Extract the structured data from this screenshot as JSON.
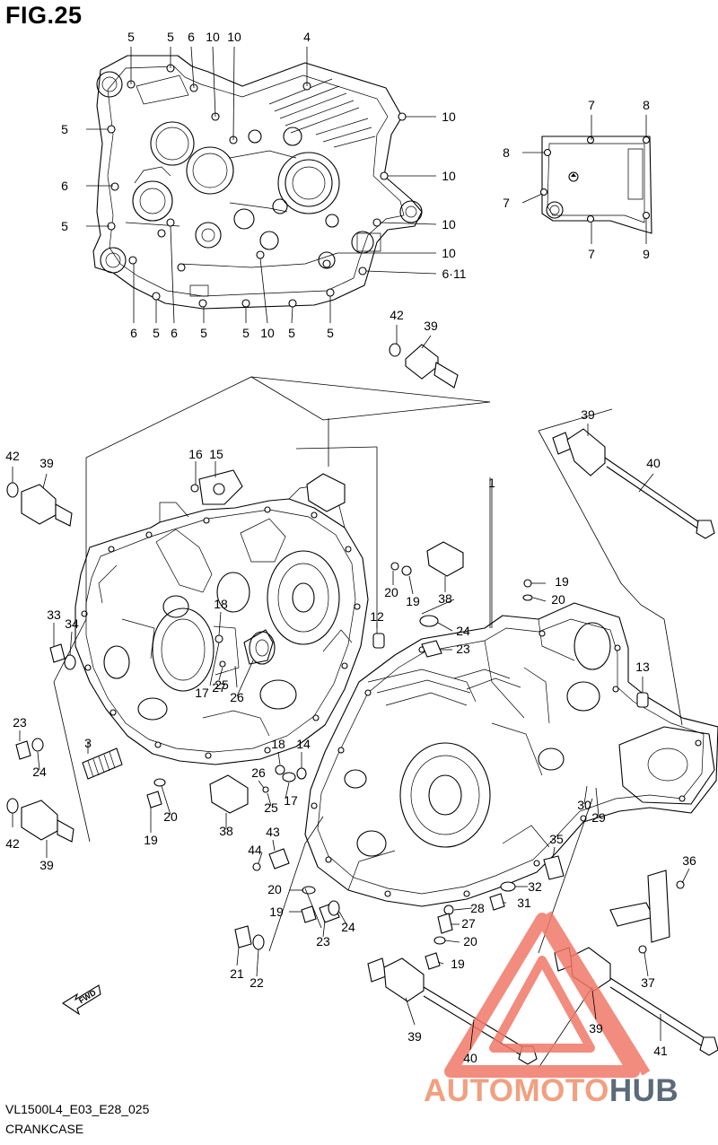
{
  "figure": {
    "title": "FIG.25"
  },
  "footer": {
    "code": "VL1500L4_E03_E28_025",
    "name": "CRANKCASE"
  },
  "watermark": {
    "part1": "AUTOMOTO",
    "part2": "HUB",
    "colors": {
      "logo": "#f07868",
      "text": "#f1a080",
      "hub": "#5b6a78"
    }
  },
  "fwd_label": "FWD",
  "bolt_map": {
    "top": [
      "5",
      "5",
      "6",
      "10",
      "10",
      "4",
      "10",
      "5",
      "6",
      "10",
      "5",
      "10",
      "10",
      "6·11"
    ],
    "bottom": [
      "6",
      "5",
      "6",
      "5",
      "5",
      "10",
      "5",
      "5"
    ]
  },
  "cover_bolt_map": [
    "7",
    "8",
    "8",
    "7",
    "7",
    "7",
    "9"
  ],
  "callouts": [
    {
      "id": "42a",
      "num": "42"
    },
    {
      "id": "39a",
      "num": "39"
    },
    {
      "id": "39b",
      "num": "39"
    },
    {
      "id": "40a",
      "num": "40"
    },
    {
      "id": "42b",
      "num": "42"
    },
    {
      "id": "39c",
      "num": "39"
    },
    {
      "id": "16",
      "num": "16"
    },
    {
      "id": "15",
      "num": "15"
    },
    {
      "id": "1",
      "num": "1"
    },
    {
      "id": "19a",
      "num": "19"
    },
    {
      "id": "20a",
      "num": "20"
    },
    {
      "id": "20b",
      "num": "20"
    },
    {
      "id": "19b",
      "num": "19"
    },
    {
      "id": "38a",
      "num": "38"
    },
    {
      "id": "12",
      "num": "12"
    },
    {
      "id": "24a",
      "num": "24"
    },
    {
      "id": "23a",
      "num": "23"
    },
    {
      "id": "13",
      "num": "13"
    },
    {
      "id": "33",
      "num": "33"
    },
    {
      "id": "34",
      "num": "34"
    },
    {
      "id": "18a",
      "num": "18"
    },
    {
      "id": "17a",
      "num": "17"
    },
    {
      "id": "27",
      "num": "27"
    },
    {
      "id": "25a",
      "num": "25"
    },
    {
      "id": "26a",
      "num": "26"
    },
    {
      "id": "23b",
      "num": "23"
    },
    {
      "id": "24b",
      "num": "24"
    },
    {
      "id": "3",
      "num": "3"
    },
    {
      "id": "18b",
      "num": "18"
    },
    {
      "id": "14",
      "num": "14"
    },
    {
      "id": "26b",
      "num": "26"
    },
    {
      "id": "17b",
      "num": "17"
    },
    {
      "id": "25b",
      "num": "25"
    },
    {
      "id": "20c",
      "num": "20"
    },
    {
      "id": "19c",
      "num": "19"
    },
    {
      "id": "38b",
      "num": "38"
    },
    {
      "id": "42c",
      "num": "42"
    },
    {
      "id": "39d",
      "num": "39"
    },
    {
      "id": "30",
      "num": "30"
    },
    {
      "id": "29",
      "num": "29"
    },
    {
      "id": "44",
      "num": "44"
    },
    {
      "id": "43",
      "num": "43"
    },
    {
      "id": "35",
      "num": "35"
    },
    {
      "id": "20d",
      "num": "20"
    },
    {
      "id": "19d",
      "num": "19"
    },
    {
      "id": "23c",
      "num": "23"
    },
    {
      "id": "24c",
      "num": "24"
    },
    {
      "id": "32",
      "num": "32"
    },
    {
      "id": "28",
      "num": "28"
    },
    {
      "id": "31",
      "num": "31"
    },
    {
      "id": "27b",
      "num": "27"
    },
    {
      "id": "20e",
      "num": "20"
    },
    {
      "id": "19e",
      "num": "19"
    },
    {
      "id": "21",
      "num": "21"
    },
    {
      "id": "22",
      "num": "22"
    },
    {
      "id": "36",
      "num": "36"
    },
    {
      "id": "37",
      "num": "37"
    },
    {
      "id": "39e",
      "num": "39"
    },
    {
      "id": "40b",
      "num": "40"
    },
    {
      "id": "39f",
      "num": "39"
    },
    {
      "id": "41",
      "num": "41"
    }
  ]
}
